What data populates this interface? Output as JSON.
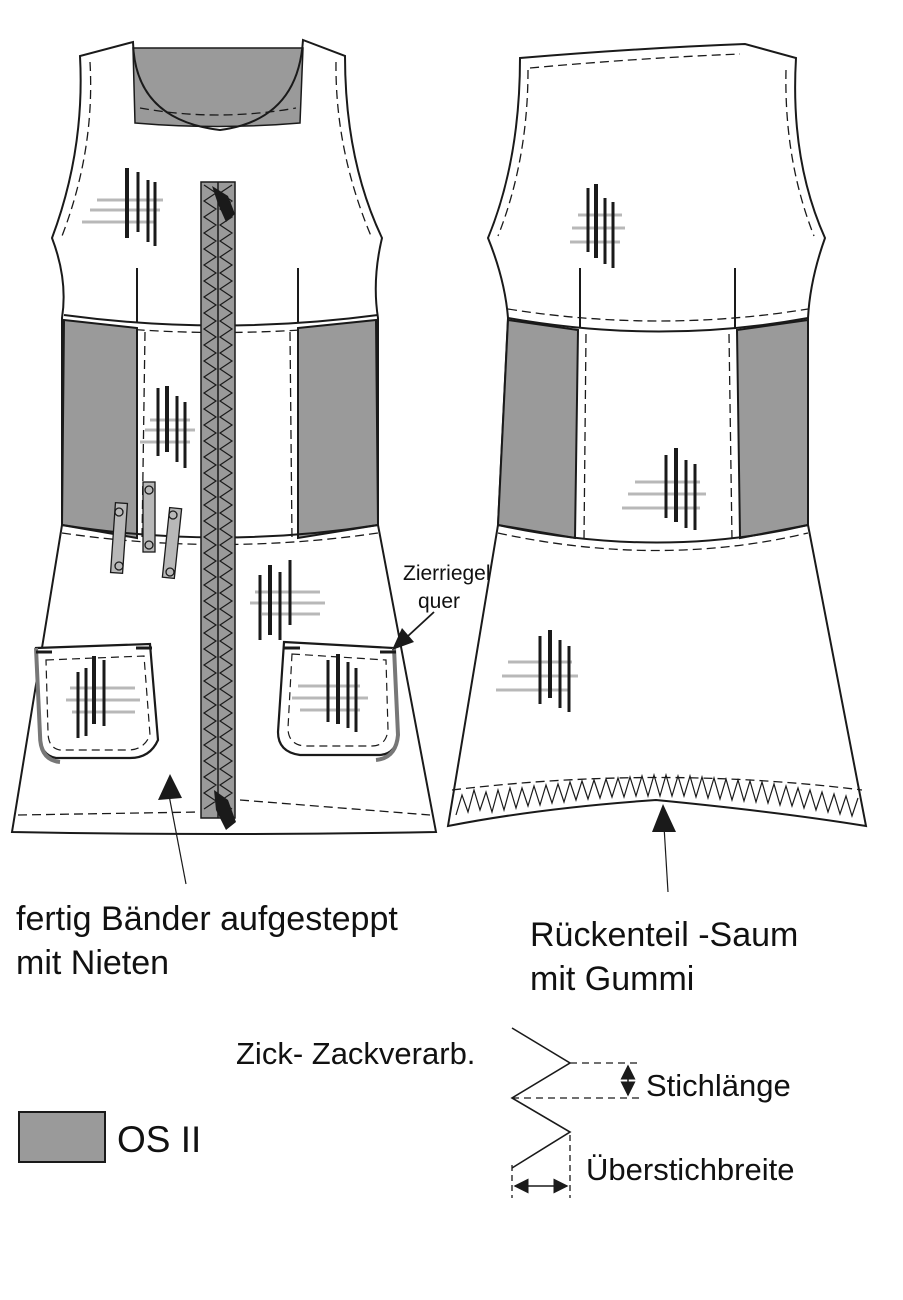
{
  "colors": {
    "line": "#1a1a1a",
    "os_fill": "#9a9a9a",
    "deco_grey": "#b8b8b8",
    "paper": "#ffffff"
  },
  "labels": {
    "zierriegel_line1": "Zierriegel",
    "zierriegel_line2": "quer",
    "front_note_line1": "fertig Bänder aufgesteppt",
    "front_note_line2": "mit Nieten",
    "back_note_line1": "Rückenteil -Saum",
    "back_note_line2": "mit Gummi",
    "zigzag_title": "Zick- Zackverarb.",
    "stitch_length": "Stichlänge",
    "overstitch_width": "Überstichbreite"
  },
  "legend": {
    "label": "OS II",
    "swatch_color": "#9a9a9a"
  },
  "icons": {
    "arrow": "filled-triangle-arrow",
    "dimension_arrow": "double-headed-arrow"
  }
}
